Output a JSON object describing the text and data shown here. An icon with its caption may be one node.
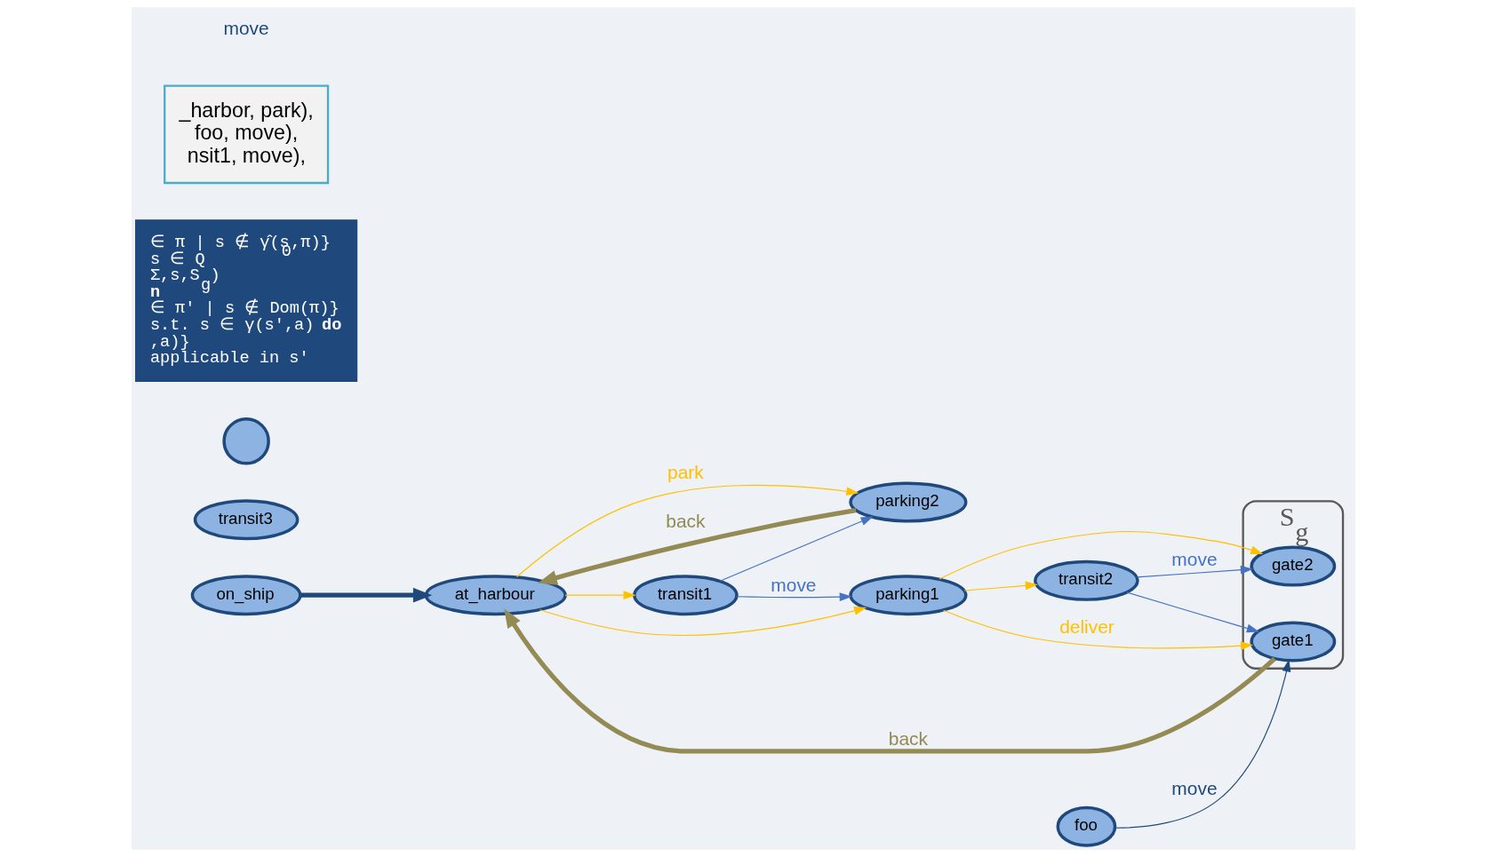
{
  "diagram": {
    "nodes": [
      {
        "text": [
          "on_ship"
        ]
      },
      {
        "text": [
          "at_harbour"
        ]
      },
      {
        "text": [
          "parking2"
        ]
      },
      {
        "text": [
          "parking1"
        ]
      },
      {
        "text": [
          "transit1"
        ]
      },
      {
        "text": [
          "transit2"
        ]
      },
      {
        "text": [
          "S$_{g}$"
        ]
      },
      {
        "text": [
          "gate1"
        ],
        "in": 6
      },
      {
        "text": [
          "gate2"
        ],
        "in": 6
      },
      {
        "text": [
          "transit3"
        ]
      },
      {
        "text": [],
        "shape": "circle"
      },
      {
        "text": [
          "foo"
        ]
      },
      {
        "text": [
          "∈ π | s ∉ γ̂(s$_{0}$,π)}",
          "s ∈ Q",
          "Σ,s,S$_{g}$)",
          "**n**",
          "∈ π′ | s ∉ Dom(π)}",
          "s.t. s ∈ γ(s′,a) **do**",
          ",a)}",
          "applicable in s′"
        ]
      },
      {
        "text": [
          "_harbor, park),",
          "foo, move),",
          "nsit1, move),"
        ]
      }
    ],
    "edges": [
      {
        "from": 0,
        "to": 1,
        "arrow": "to",
        "color": "#1f497d",
        "style": "thick"
      },
      {
        "from": 2,
        "to": 1,
        "arrow": "to",
        "label": "back",
        "color": "#948a54",
        "style": "thick"
      },
      {
        "from": 7,
        "to": 1,
        "arrow": "to",
        "label": "back",
        "color": "#948a54",
        "style": "thick"
      },
      {
        "from": 1,
        "to": 2,
        "arrow": "to",
        "label": "park"
      },
      {
        "from": 1,
        "to": 3,
        "arrow": "to"
      },
      {
        "from": 1,
        "to": 4,
        "arrow": "to"
      },
      {
        "from": 4,
        "to": 2,
        "arrow": "to",
        "color": "#4472c4"
      },
      {
        "from": 4,
        "to": 3,
        "arrow": "to",
        "label": "move",
        "color": "#4472c4"
      },
      {
        "from": 3,
        "to": 7,
        "arrow": "to",
        "label": "deliver"
      },
      {
        "from": 3,
        "to": 8,
        "arrow": "to"
      },
      {
        "from": 3,
        "to": 5,
        "arrow": "to"
      },
      {
        "from": 5,
        "to": 7,
        "arrow": "to",
        "color": "#4472c4"
      },
      {
        "from": 5,
        "to": 8,
        "arrow": "to",
        "label": "move",
        "color": "#4472c4"
      },
      {
        "from": 11,
        "to": 7,
        "arrow": "to",
        "label": "move",
        "color": "#1f497d"
      }
    ],
    "labels": [
      "move"
    ]
  }
}
